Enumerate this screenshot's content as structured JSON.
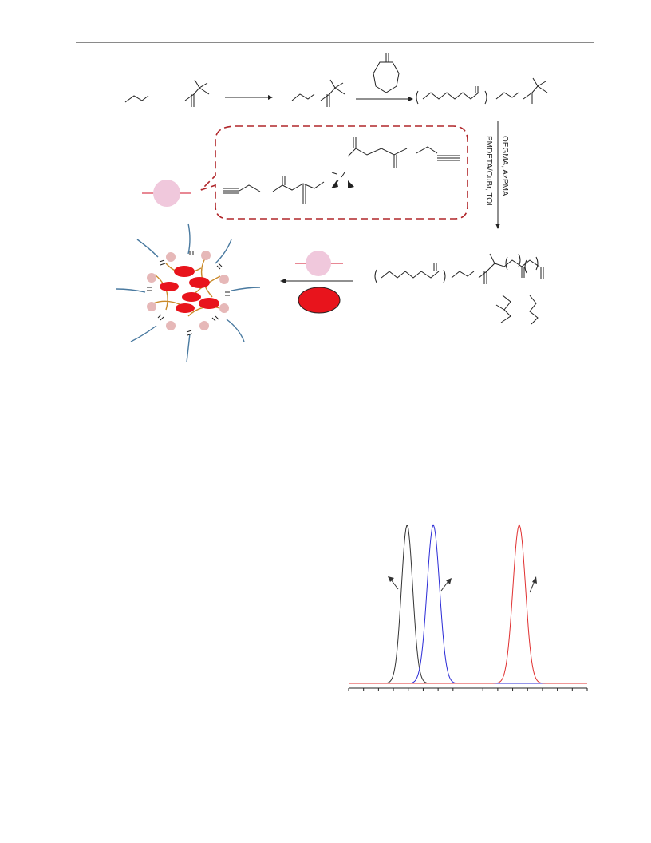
{
  "scheme": {
    "reaction_conditions": "OEGMA, AzPMA",
    "catalyst_solvent": "PMDETA/CuBr, TOL",
    "colors": {
      "dashed_box": "#b0262a",
      "linker_bead": "#f0c8dc",
      "drug_ellipse": "#e8141c",
      "shell_chain": "#4a7aa0",
      "core_chain": "#c98a2a",
      "structure_ink": "#222222"
    }
  },
  "chart_data": {
    "type": "line",
    "grid": false,
    "legend": "none",
    "x_tick_count": 17,
    "series": [
      {
        "color": "#333333",
        "peak_x": 0.245,
        "width": 0.045,
        "values": []
      },
      {
        "color": "#2b2bd6",
        "peak_x": 0.355,
        "width": 0.05,
        "values": []
      },
      {
        "color": "#e03030",
        "peak_x": 0.715,
        "width": 0.05,
        "values": []
      }
    ]
  }
}
